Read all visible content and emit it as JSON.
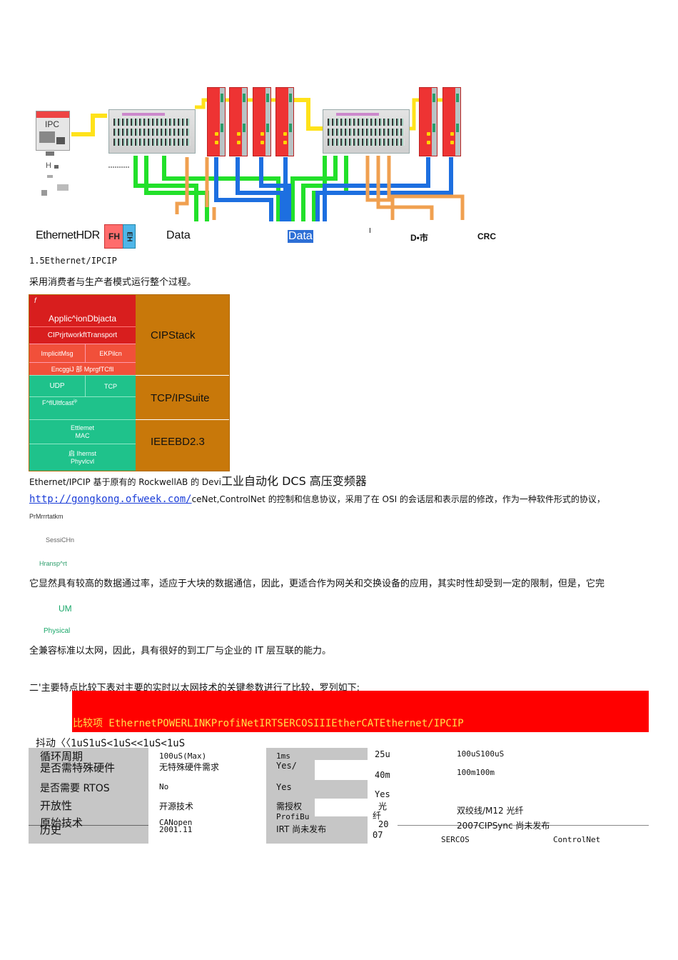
{
  "diagram": {
    "ipc_label": "IPC",
    "h_label": "H",
    "labels": {
      "ethernet_hdr": "EthernetHDR",
      "fh": "FH",
      "eh": "EH",
      "data1": "Data",
      "data2": "Data",
      "sep": "I",
      "d_city": "D•市",
      "crc": "CRC"
    },
    "colors": {
      "green": "#22e02a",
      "blue": "#1d6fe0",
      "orange": "#f0a050",
      "yellow": "#ffe21a",
      "red": "#e53a2a"
    }
  },
  "section": {
    "heading": "1.5Ethernet/IPCIP",
    "intro": "采用消费者与生产者模式运行整个过程。"
  },
  "stack": {
    "f_mark": "f",
    "app_objects": "Applic^ionDbjacta",
    "cip_transport": "CIPrjrtworkftTransport",
    "implicit_msg": "ImplicitMsg",
    "explicit": "EKPilcn",
    "encap": "EncggiJ 部 MprgfTCfll",
    "udp": "UDP",
    "tcp": "TCP",
    "multicast": "F^flUltfcast",
    "multicast_sub": "ip",
    "ethernet_mac": "Ettlemet\nMAC",
    "physical": "启 Ihernst\nPhyvlcvl",
    "cip_stack": "CIPStack",
    "tcp_ip_suite": "TCP/IPSuite",
    "ieee": "IEEEBD2.3"
  },
  "body": {
    "line1_small": "Ethernet/IPCIP 基于原有的 RockwellAB 的 Devi",
    "line1_big": "工业自动化 DCS 高压变频器",
    "link": "http://gongkong.ofweek.com/",
    "line2_rest": "ceNet,ControlNet 的控制和信息协议，采用了在 OSI 的会话层和表示层的修改，作为一种软件形式的协议，",
    "presentation": "PrMrrrtatkm",
    "session": "SessiCHn",
    "transport": "Hransp^rt",
    "para2": "它显然具有较高的数据通过率，适应于大块的数据通信，因此，更适合作为网关和交换设备的应用，其实时性却受到一定的限制，但是，它完",
    "um": "UM",
    "physical": "Physical",
    "para3": "全兼容标准以太网，因此，具有很好的到工厂与企业的 IT 层互联的能力。",
    "section2": "二'主要特点比较下表对主要的实时以太网技术的关键参数进行了比较，罗列如下:"
  },
  "table": {
    "header": "比较项 EthernetPOWERLINKProfiNetIRTSERCOSIIIEtherCATEthernet/IPCIP",
    "header_color": "#ff0000",
    "jitter": "抖动〈〈1uS1uS<1uS<<1uS<1uS",
    "rows": [
      {
        "name": "循环周期",
        "c1": "100uS(Max)",
        "c2": "1ms",
        "c3": "25u",
        "c4": "100uS100uS"
      },
      {
        "name": "是否需特殊硬件",
        "c1": "无特殊硬件需求",
        "c2": "Yes/",
        "c3": "40m",
        "c4": "100m100m"
      },
      {
        "name": "是否需要 RTOS",
        "c1": "No",
        "c2": "Yes",
        "c3": "Yes",
        "c4": ""
      },
      {
        "name": "开放性",
        "c1": "开源技术",
        "c2": "需授权",
        "c3": "光",
        "c4": "双绞线/M12 光纤"
      },
      {
        "name": "原始技术",
        "c1": "CANopen",
        "c2": "ProfiBu",
        "c3": "纤",
        "c4": ""
      },
      {
        "name": "历史",
        "c1": "2001.11",
        "c2": "IRT 尚未发布",
        "c3": "20",
        "c4": "2007CIPSync 尚未发布"
      }
    ],
    "extra_07": "07",
    "sercos": "SERCOS",
    "controlnet": "ControlNet"
  }
}
